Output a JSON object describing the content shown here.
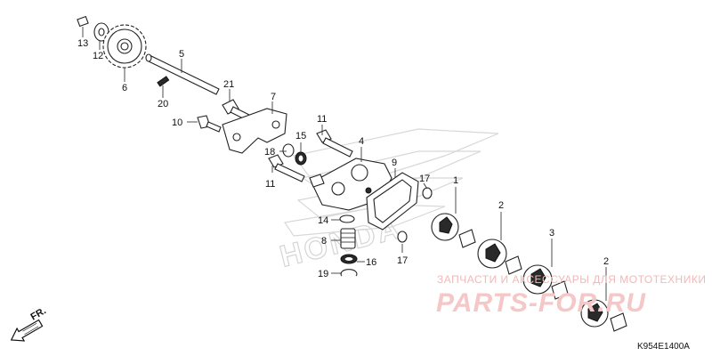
{
  "callouts": {
    "c1": "1",
    "c2a": "2",
    "c2b": "2",
    "c3": "3",
    "c4": "4",
    "c5": "5",
    "c6": "6",
    "c7": "7",
    "c8": "8",
    "c9": "9",
    "c10": "10",
    "c11a": "11",
    "c11b": "11",
    "c12": "12",
    "c13": "13",
    "c14": "14",
    "c15": "15",
    "c16": "16",
    "c17a": "17",
    "c17b": "17",
    "c18": "18",
    "c19": "19",
    "c20": "20",
    "c21": "21"
  },
  "direction_label": "FR.",
  "diagram_code": "K954E1400A",
  "watermark": {
    "caption": "ЗАПЧАСТИ И АКСЕССУАРЫ ДЛЯ МОТОТЕХНИКИ",
    "site": "PARTS-FOR.RU"
  },
  "background_logo_text": "HONDA",
  "icons": {
    "direction": "fr-arrow-icon"
  }
}
